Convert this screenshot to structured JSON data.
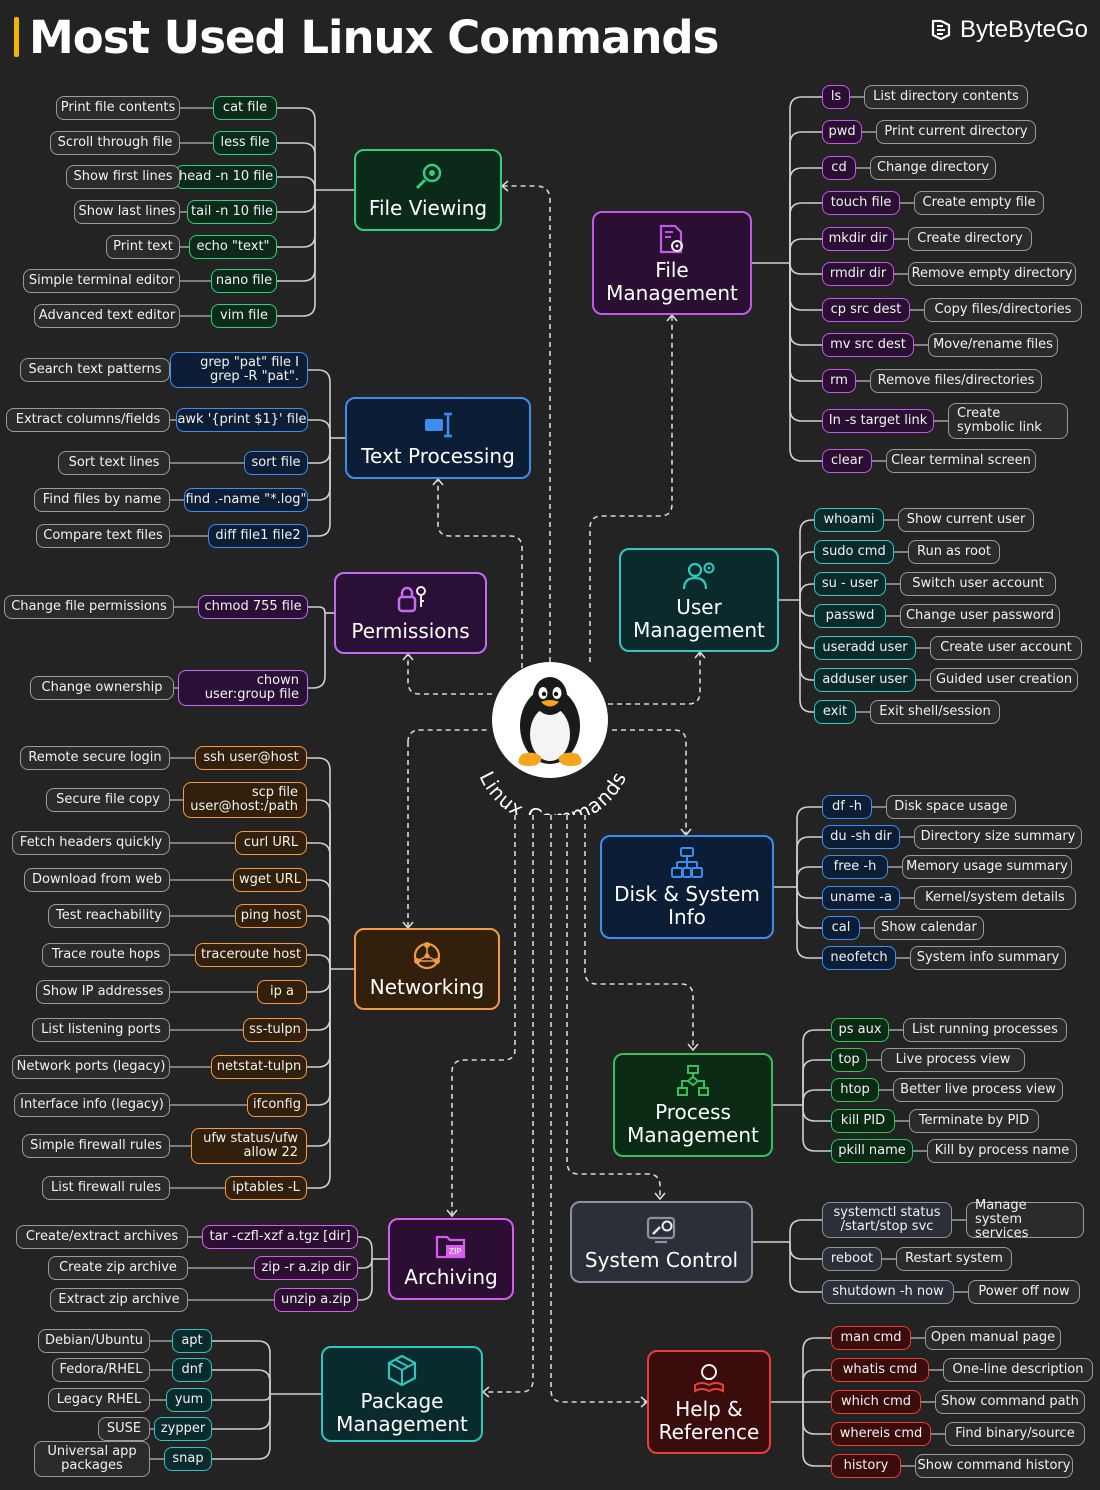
{
  "header": {
    "title": "Most Used Linux Commands",
    "brand": "ByteByteGo"
  },
  "center": {
    "label": "Linux Commands"
  },
  "colors": {
    "file_viewing": "#2fd07a",
    "text_processing": "#3b8ef0",
    "permissions": "#c36cf2",
    "networking": "#f39a45",
    "archiving": "#d95cf0",
    "package": "#2ac7c0",
    "file_management": "#c458e6",
    "user_management": "#2ec9c0",
    "disk": "#3b8ef0",
    "process": "#31c25a",
    "system": "#8b93a1",
    "help": "#ea3c3c"
  },
  "categories": [
    {
      "key": "fv",
      "title": "File Viewing",
      "color": "#2fd07a",
      "bg": "#0b2a1a",
      "icon": "magnifier-icon",
      "items": [
        [
          "cat file",
          "Print file contents"
        ],
        [
          "less file",
          "Scroll through file"
        ],
        [
          "head -n 10 file",
          "Show first lines"
        ],
        [
          "tail -n 10 file",
          "Show last lines"
        ],
        [
          "echo \"text\"",
          "Print text"
        ],
        [
          "nano file",
          "Simple terminal editor"
        ],
        [
          "vim file",
          "Advanced text editor"
        ]
      ]
    },
    {
      "key": "tp",
      "title": "Text Processing",
      "color": "#3b8ef0",
      "bg": "#0c1d36",
      "icon": "text-cursor-icon",
      "items": [
        [
          "grep \"pat\" file I grep -R \"pat\".",
          "Search text patterns"
        ],
        [
          "awk '{print $1}' file",
          "Extract columns/fields"
        ],
        [
          "sort file",
          "Sort text lines"
        ],
        [
          "find .-name \"*.log\"",
          "Find files by name"
        ],
        [
          "diff file1 file2",
          "Compare text files"
        ]
      ]
    },
    {
      "key": "pm",
      "title": "Permissions",
      "color": "#c36cf2",
      "bg": "#2a1036",
      "icon": "lock-key-icon",
      "items": [
        [
          "chmod 755 file",
          "Change file permissions"
        ],
        [
          "chown user:group file",
          "Change ownership"
        ]
      ]
    },
    {
      "key": "nw",
      "title": "Networking",
      "color": "#f39a45",
      "bg": "#33200c",
      "icon": "network-icon",
      "items": [
        [
          "ssh user@host",
          "Remote secure login"
        ],
        [
          "scp file user@host:/path",
          "Secure file copy"
        ],
        [
          "curl URL",
          "Fetch headers quickly"
        ],
        [
          "wget URL",
          "Download from web"
        ],
        [
          "ping host",
          "Test reachability"
        ],
        [
          "traceroute host",
          "Trace route hops"
        ],
        [
          "ip a",
          "Show IP addresses"
        ],
        [
          "ss-tulpn",
          "List listening ports"
        ],
        [
          "netstat-tulpn",
          "Network ports (legacy)"
        ],
        [
          "ifconfig",
          "Interface info (legacy)"
        ],
        [
          "ufw status/ufw allow 22",
          "Simple firewall rules"
        ],
        [
          "iptables -L",
          "List firewall rules"
        ]
      ]
    },
    {
      "key": "ar",
      "title": "Archiving",
      "color": "#d95cf0",
      "bg": "#2c0e33",
      "icon": "zip-folder-icon",
      "items": [
        [
          "tar -czfl-xzf a.tgz [dir]",
          "Create/extract archives"
        ],
        [
          "zip -r a.zip dir",
          "Create zip archive"
        ],
        [
          "unzip a.zip",
          "Extract zip archive"
        ]
      ]
    },
    {
      "key": "pk",
      "title": "Package Management",
      "color": "#2ac7c0",
      "bg": "#0a2b2e",
      "icon": "package-icon",
      "items": [
        [
          "apt",
          "Debian/Ubuntu"
        ],
        [
          "dnf",
          "Fedora/RHEL"
        ],
        [
          "yum",
          "Legacy RHEL"
        ],
        [
          "zypper",
          "SUSE"
        ],
        [
          "snap",
          "Universal app packages"
        ]
      ]
    },
    {
      "key": "fm",
      "title": "File Management",
      "color": "#c458e6",
      "bg": "#2a0f33",
      "icon": "file-gear-icon",
      "items": [
        [
          "ls",
          "List directory contents"
        ],
        [
          "pwd",
          "Print current directory"
        ],
        [
          "cd",
          "Change directory"
        ],
        [
          "touch file",
          "Create empty file"
        ],
        [
          "mkdir dir",
          "Create directory"
        ],
        [
          "rmdir dir",
          "Remove empty directory"
        ],
        [
          "cp src dest",
          "Copy files/directories"
        ],
        [
          "mv src dest",
          "Move/rename files"
        ],
        [
          "rm",
          "Remove files/directories"
        ],
        [
          "In -s target link",
          "Create symbolic link"
        ],
        [
          "clear",
          "Clear terminal screen"
        ]
      ]
    },
    {
      "key": "um",
      "title": "User Management",
      "color": "#2ec9c0",
      "bg": "#0a2a2c",
      "icon": "user-gear-icon",
      "items": [
        [
          "whoami",
          "Show current user"
        ],
        [
          "sudo cmd",
          "Run as root"
        ],
        [
          "su - user",
          "Switch user account"
        ],
        [
          "passwd",
          "Change user password"
        ],
        [
          "useradd user",
          "Create user account"
        ],
        [
          "adduser user",
          "Guided user creation"
        ],
        [
          "exit",
          "Exit shell/session"
        ]
      ]
    },
    {
      "key": "ds",
      "title": "Disk & System Info",
      "color": "#3b8ef0",
      "bg": "#0c1d36",
      "icon": "server-icon",
      "items": [
        [
          "df -h",
          "Disk space usage"
        ],
        [
          "du -sh dir",
          "Directory size summary"
        ],
        [
          "free -h",
          "Memory usage summary"
        ],
        [
          "uname -a",
          "Kernel/system details"
        ],
        [
          "cal",
          "Show calendar"
        ],
        [
          "neofetch",
          "System info summary"
        ]
      ]
    },
    {
      "key": "pr",
      "title": "Process Management",
      "color": "#31c25a",
      "bg": "#0a2a14",
      "icon": "flowchart-icon",
      "items": [
        [
          "ps aux",
          "List running processes"
        ],
        [
          "top",
          "Live process view"
        ],
        [
          "htop",
          "Better live process view"
        ],
        [
          "kill PID",
          "Terminate by PID"
        ],
        [
          "pkill name",
          "Kill by process name"
        ]
      ]
    },
    {
      "key": "sc",
      "title": "System Control",
      "color": "#8b93a1",
      "bg": "#2a2f38",
      "icon": "gear-wrench-icon",
      "items": [
        [
          "systemctl status /start/stop svc",
          "Manage system services"
        ],
        [
          "reboot",
          "Restart system"
        ],
        [
          "shutdown -h now",
          "Power off now"
        ]
      ]
    },
    {
      "key": "hr",
      "title": "Help & Reference",
      "color": "#ea3c3c",
      "bg": "#3a0c0c",
      "icon": "book-bulb-icon",
      "items": [
        [
          "man cmd",
          "Open manual page"
        ],
        [
          "whatis cmd",
          "One-line description"
        ],
        [
          "which cmd",
          "Show command path"
        ],
        [
          "whereis cmd",
          "Find binary/source"
        ],
        [
          "history",
          "Show command history"
        ]
      ]
    }
  ]
}
